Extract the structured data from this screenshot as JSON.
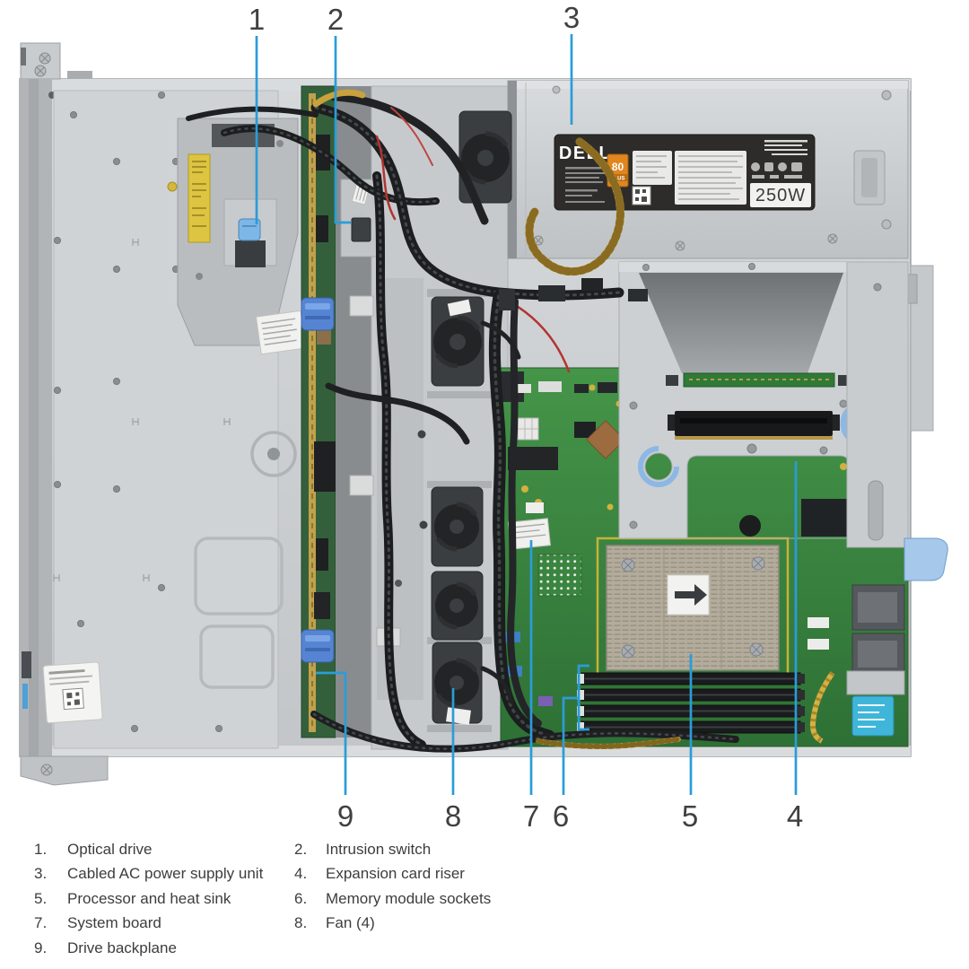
{
  "figure": {
    "title_hidden": "",
    "callout_labels": [
      "1",
      "2",
      "3",
      "4",
      "5",
      "6",
      "7",
      "8",
      "9"
    ],
    "psu": {
      "brand": "DELL",
      "badge": "80",
      "badge_sub": "PLUS",
      "wattage": "250W"
    },
    "colors": {
      "callout_line": "#2b9cd8",
      "pcb_green": "#3c8a42",
      "chassis_steel": "#cdd0d3",
      "clip_blue": "#5585d2",
      "latch_blue": "#a6c8ea",
      "badge_orange": "#e0861f"
    }
  },
  "legend": {
    "items": [
      {
        "number": "1.",
        "label": "Optical drive"
      },
      {
        "number": "2.",
        "label": "Intrusion switch"
      },
      {
        "number": "3.",
        "label": "Cabled AC power supply unit"
      },
      {
        "number": "4.",
        "label": "Expansion card riser"
      },
      {
        "number": "5.",
        "label": "Processor and heat sink"
      },
      {
        "number": "6.",
        "label": "Memory module sockets"
      },
      {
        "number": "7.",
        "label": "System board"
      },
      {
        "number": "8.",
        "label": "Fan (4)"
      },
      {
        "number": "9.",
        "label": "Drive backplane"
      }
    ]
  }
}
